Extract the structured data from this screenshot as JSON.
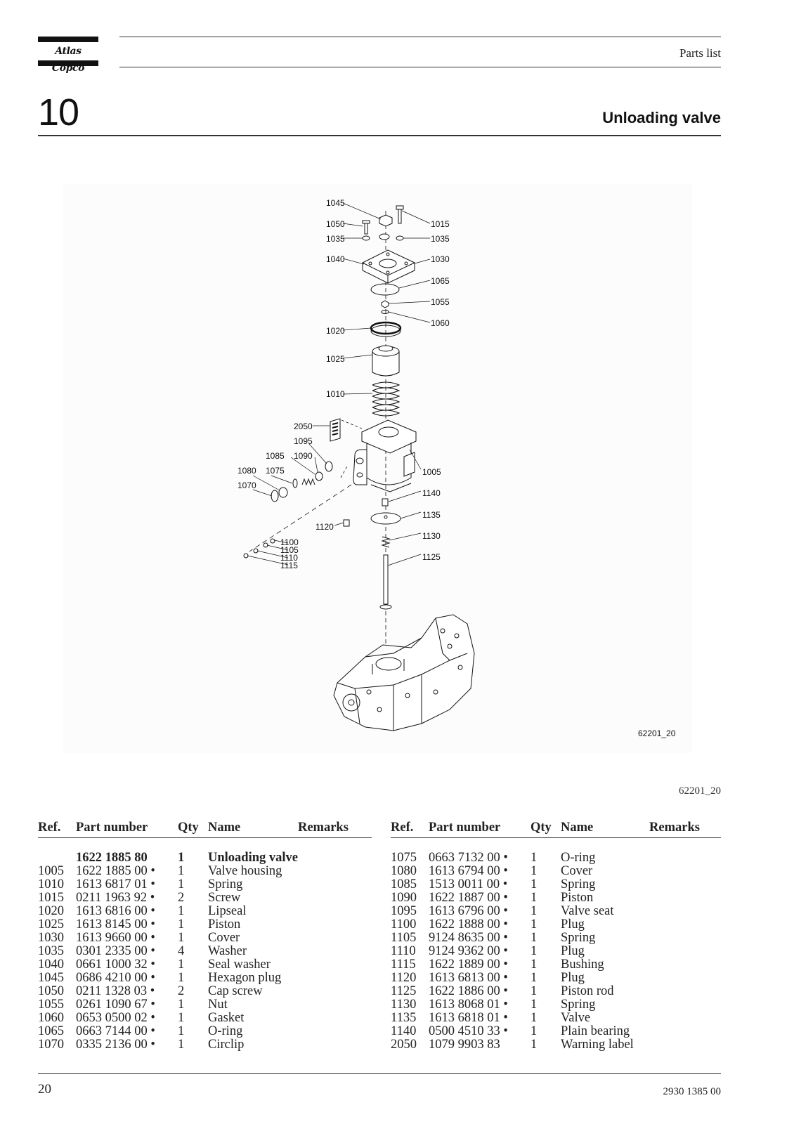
{
  "header": {
    "brand": "Atlas Copco",
    "section_label": "Parts list"
  },
  "chapter": {
    "number": "10",
    "title": "Unloading valve"
  },
  "figure": {
    "code_inner": "62201_20",
    "code_caption": "62201_20",
    "callouts": {
      "c1045": "1045",
      "c1050": "1050",
      "c1015": "1015",
      "c1035a": "1035",
      "c1035b": "1035",
      "c1040": "1040",
      "c1030": "1030",
      "c1065": "1065",
      "c1055": "1055",
      "c1060": "1060",
      "c1020": "1020",
      "c1025": "1025",
      "c1010": "1010",
      "c2050": "2050",
      "c1095": "1095",
      "c1085": "1085",
      "c1090": "1090",
      "c1080": "1080",
      "c1075": "1075",
      "c1070": "1070",
      "c1005": "1005",
      "c1140": "1140",
      "c1135": "1135",
      "c1120": "1120",
      "c1130": "1130",
      "c1100": "1100",
      "c1105": "1105",
      "c1110": "1110",
      "c1115": "1115",
      "c1125": "1125"
    }
  },
  "columns": {
    "ref": "Ref.",
    "part_number": "Part number",
    "qty": "Qty",
    "name": "Name",
    "remarks": "Remarks"
  },
  "parts_left": [
    {
      "ref": "",
      "pn": "1622 1885 80",
      "qty": "1",
      "name": "Unloading valve",
      "remarks": ""
    },
    {
      "ref": "1005",
      "pn": "1622 1885 00 •",
      "qty": "1",
      "name": "Valve housing",
      "remarks": ""
    },
    {
      "ref": "1010",
      "pn": "1613 6817 01 •",
      "qty": "1",
      "name": "Spring",
      "remarks": ""
    },
    {
      "ref": "1015",
      "pn": "0211 1963 92 •",
      "qty": "2",
      "name": "Screw",
      "remarks": ""
    },
    {
      "ref": "1020",
      "pn": "1613 6816 00 •",
      "qty": "1",
      "name": "Lipseal",
      "remarks": ""
    },
    {
      "ref": "1025",
      "pn": "1613 8145 00 •",
      "qty": "1",
      "name": "Piston",
      "remarks": ""
    },
    {
      "ref": "1030",
      "pn": "1613 9660 00 •",
      "qty": "1",
      "name": "Cover",
      "remarks": ""
    },
    {
      "ref": "1035",
      "pn": "0301 2335 00 •",
      "qty": "4",
      "name": "Washer",
      "remarks": ""
    },
    {
      "ref": "1040",
      "pn": "0661 1000 32 •",
      "qty": "1",
      "name": "Seal washer",
      "remarks": ""
    },
    {
      "ref": "1045",
      "pn": "0686 4210 00 •",
      "qty": "1",
      "name": "Hexagon plug",
      "remarks": ""
    },
    {
      "ref": "1050",
      "pn": "0211 1328 03 •",
      "qty": "2",
      "name": "Cap screw",
      "remarks": ""
    },
    {
      "ref": "1055",
      "pn": "0261 1090 67 •",
      "qty": "1",
      "name": "Nut",
      "remarks": ""
    },
    {
      "ref": "1060",
      "pn": "0653 0500 02 •",
      "qty": "1",
      "name": "Gasket",
      "remarks": ""
    },
    {
      "ref": "1065",
      "pn": "0663 7144 00 •",
      "qty": "1",
      "name": "O-ring",
      "remarks": ""
    },
    {
      "ref": "1070",
      "pn": "0335 2136 00 •",
      "qty": "1",
      "name": "Circlip",
      "remarks": ""
    }
  ],
  "parts_right": [
    {
      "ref": "1075",
      "pn": "0663 7132 00 •",
      "qty": "1",
      "name": "O-ring",
      "remarks": ""
    },
    {
      "ref": "1080",
      "pn": "1613 6794 00 •",
      "qty": "1",
      "name": "Cover",
      "remarks": ""
    },
    {
      "ref": "1085",
      "pn": "1513 0011 00 •",
      "qty": "1",
      "name": "Spring",
      "remarks": ""
    },
    {
      "ref": "1090",
      "pn": "1622 1887 00 •",
      "qty": "1",
      "name": "Piston",
      "remarks": ""
    },
    {
      "ref": "1095",
      "pn": "1613 6796 00 •",
      "qty": "1",
      "name": "Valve seat",
      "remarks": ""
    },
    {
      "ref": "1100",
      "pn": "1622 1888 00 •",
      "qty": "1",
      "name": "Plug",
      "remarks": ""
    },
    {
      "ref": "1105",
      "pn": "9124 8635 00 •",
      "qty": "1",
      "name": "Spring",
      "remarks": ""
    },
    {
      "ref": "1110",
      "pn": "9124 9362 00 •",
      "qty": "1",
      "name": "Plug",
      "remarks": ""
    },
    {
      "ref": "1115",
      "pn": "1622 1889 00 •",
      "qty": "1",
      "name": "Bushing",
      "remarks": ""
    },
    {
      "ref": "1120",
      "pn": "1613 6813 00 •",
      "qty": "1",
      "name": "Plug",
      "remarks": ""
    },
    {
      "ref": "1125",
      "pn": "1622 1886 00 •",
      "qty": "1",
      "name": "Piston rod",
      "remarks": ""
    },
    {
      "ref": "1130",
      "pn": "1613 8068 01 •",
      "qty": "1",
      "name": "Spring",
      "remarks": ""
    },
    {
      "ref": "1135",
      "pn": "1613 6818 01 •",
      "qty": "1",
      "name": "Valve",
      "remarks": ""
    },
    {
      "ref": "1140",
      "pn": "0500 4510 33 •",
      "qty": "1",
      "name": "Plain bearing",
      "remarks": ""
    },
    {
      "ref": "2050",
      "pn": "1079 9903 83",
      "qty": "1",
      "name": "Warning label",
      "remarks": ""
    }
  ],
  "footer": {
    "page_number": "20",
    "doc_number": "2930 1385 00"
  }
}
